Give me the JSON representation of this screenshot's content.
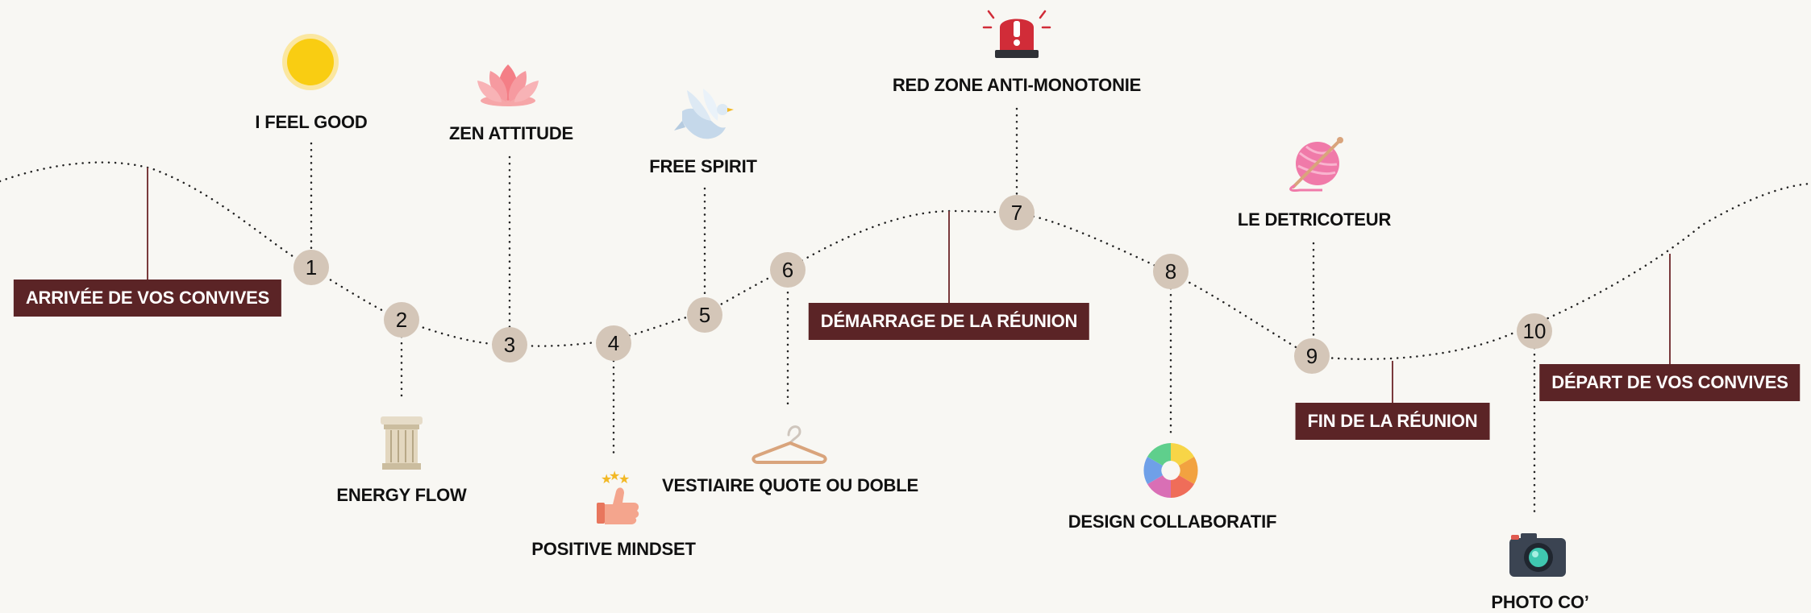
{
  "stops": [
    {
      "number": "1",
      "title": "I FEEL GOOD",
      "icon": "sun-icon"
    },
    {
      "number": "2",
      "title": "ENERGY FLOW",
      "icon": "column-icon"
    },
    {
      "number": "3",
      "title": "ZEN ATTITUDE",
      "icon": "lotus-icon"
    },
    {
      "number": "4",
      "title": "POSITIVE MINDSET",
      "icon": "thumbs-up-stars-icon"
    },
    {
      "number": "5",
      "title": "FREE SPIRIT",
      "icon": "dove-icon"
    },
    {
      "number": "6",
      "title": "VESTIAIRE QUOTE OU DOBLE",
      "icon": "hanger-icon"
    },
    {
      "number": "7",
      "title": "RED ZONE ANTI-MONOTONIE",
      "icon": "siren-icon"
    },
    {
      "number": "8",
      "title": "DESIGN COLLABORATIF",
      "icon": "color-wheel-icon"
    },
    {
      "number": "9",
      "title": "LE DETRICOTEUR",
      "icon": "yarn-ball-icon"
    },
    {
      "number": "10",
      "title": "PHOTO CO’",
      "icon": "camera-icon"
    }
  ],
  "milestones": [
    {
      "text": "ARRIVÉE DE VOS CONVIVES"
    },
    {
      "text": "DÉMARRAGE DE LA RÉUNION"
    },
    {
      "text": "FIN DE LA RÉUNION"
    },
    {
      "text": "DÉPART DE VOS CONVIVES"
    }
  ],
  "colors": {
    "background": "#f8f7f3",
    "node_fill": "#d4c6b8",
    "milestone_bg": "#5b2426",
    "milestone_line": "#7a3a3c",
    "dotted_line": "#222222"
  }
}
